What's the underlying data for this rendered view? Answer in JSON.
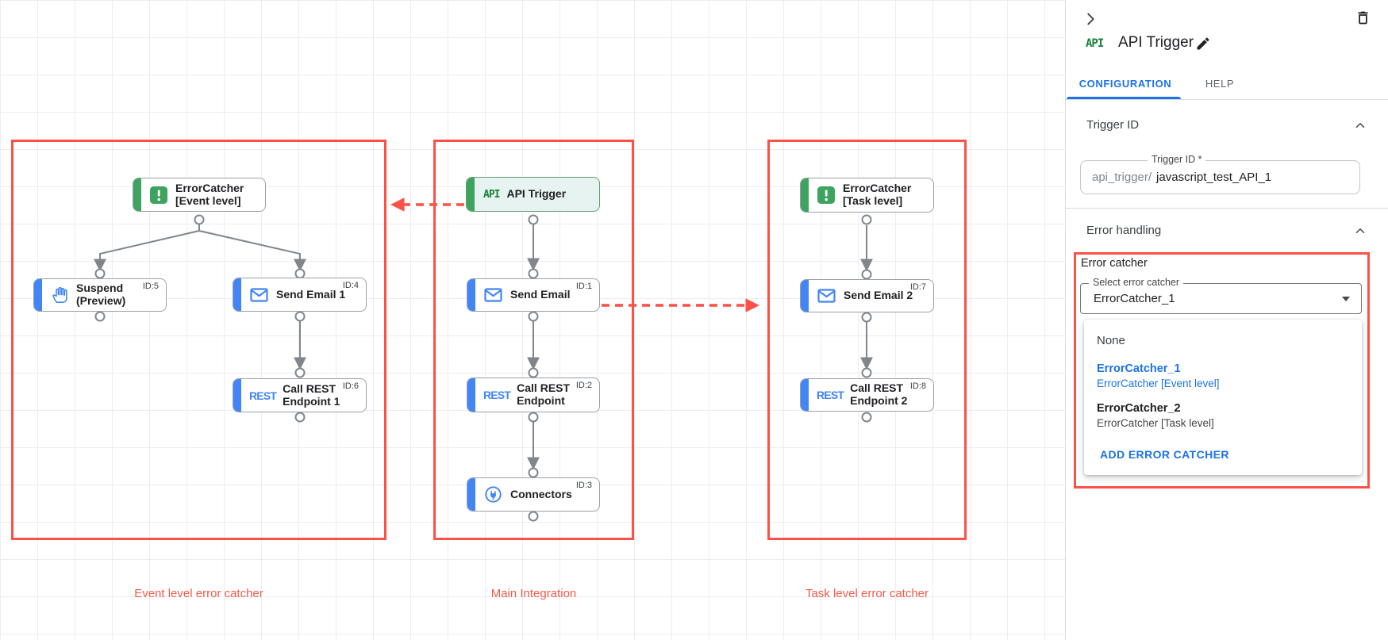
{
  "canvas": {
    "group_labels": [
      "Event level error catcher",
      "Main Integration",
      "Task level error catcher"
    ],
    "rest_logo": "REST",
    "nodes": {
      "ec_event": {
        "line1": "ErrorCatcher",
        "line2": "[Event level]"
      },
      "suspend": {
        "line1": "Suspend",
        "line2": "(Preview)",
        "id": "ID:5"
      },
      "send_email_1": {
        "line1": "Send Email 1",
        "id": "ID:4"
      },
      "call_rest_1": {
        "line1": "Call REST",
        "line2": "Endpoint 1",
        "id": "ID:6"
      },
      "api_trigger": {
        "logo": "API",
        "line1": "API Trigger"
      },
      "send_email": {
        "line1": "Send Email",
        "id": "ID:1"
      },
      "call_rest": {
        "line1": "Call REST",
        "line2": "Endpoint",
        "id": "ID:2"
      },
      "connectors": {
        "line1": "Connectors",
        "id": "ID:3"
      },
      "ec_task": {
        "line1": "ErrorCatcher",
        "line2": "[Task level]"
      },
      "send_email_2": {
        "line1": "Send Email 2",
        "id": "ID:7"
      },
      "call_rest_2": {
        "line1": "Call REST",
        "line2": "Endpoint 2",
        "id": "ID:8"
      }
    },
    "colors": {
      "annotation_red": "#fb5146",
      "node_green": "#3ea35f",
      "node_blue": "#4285f4",
      "edge_gray": "#80868b",
      "error_dot": "#c5221f"
    }
  },
  "panel": {
    "logo": "API",
    "title": "API Trigger",
    "tabs": [
      {
        "label": "CONFIGURATION",
        "active": true
      },
      {
        "label": "HELP",
        "active": false
      }
    ],
    "trigger_id": {
      "header": "Trigger ID",
      "field_label": "Trigger ID *",
      "prefix": "api_trigger/",
      "value": "javascript_test_API_1"
    },
    "error_handling": {
      "header": "Error handling",
      "group_label": "Error catcher",
      "select_label": "Select error catcher",
      "selected": "ErrorCatcher_1",
      "accent": "#1a73e8",
      "menu": {
        "none_label": "None",
        "options": [
          {
            "name": "ErrorCatcher_1",
            "desc": "ErrorCatcher [Event level]"
          },
          {
            "name": "ErrorCatcher_2",
            "desc": "ErrorCatcher [Task level]"
          }
        ],
        "add_label": "ADD ERROR CATCHER"
      }
    }
  }
}
